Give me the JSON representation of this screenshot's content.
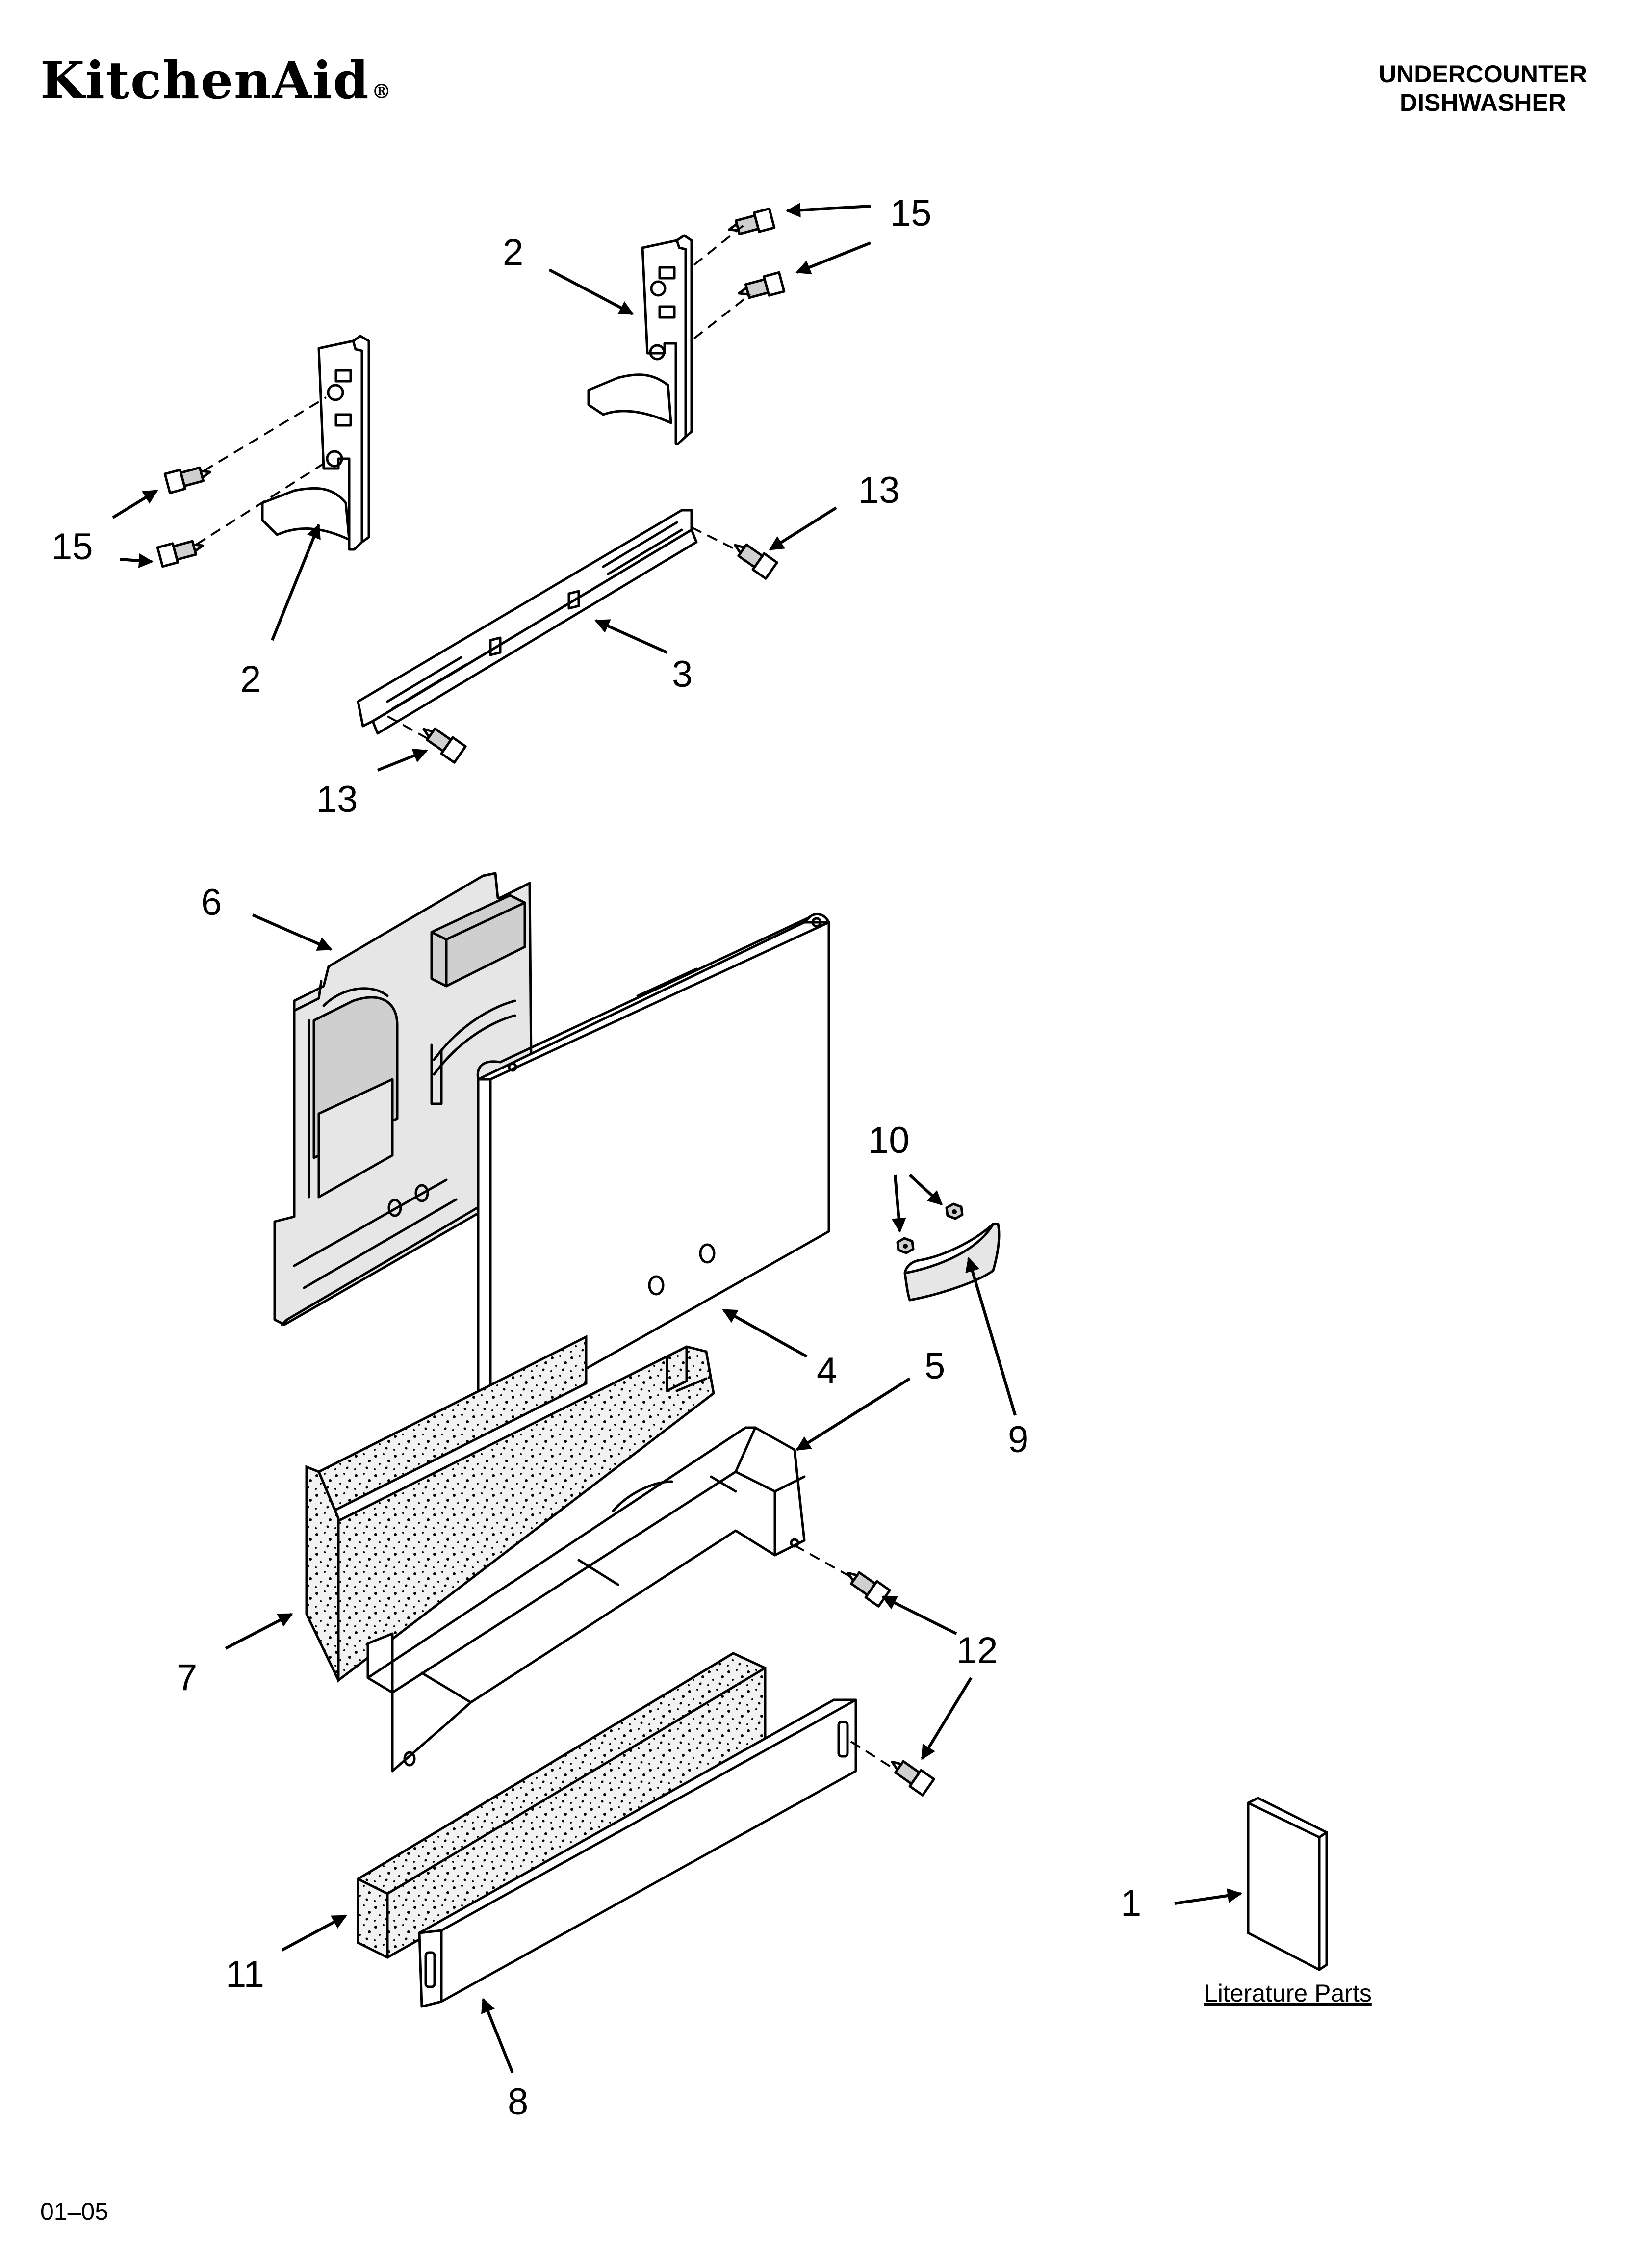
{
  "header": {
    "brand": "KitchenAid",
    "brand_mark": "®",
    "type_line1": "UNDERCOUNTER",
    "type_line2": "DISHWASHER"
  },
  "callouts": {
    "c15_top": "15",
    "c2_top": "2",
    "c15_left": "15",
    "c2_left": "2",
    "c13_right": "13",
    "c3": "3",
    "c13_left": "13",
    "c6": "6",
    "c10": "10",
    "c4": "4",
    "c5": "5",
    "c9": "9",
    "c7": "7",
    "c12": "12",
    "c1": "1",
    "c11": "11",
    "c8": "8"
  },
  "literature_label": "Literature Parts",
  "footer_code": "01–05",
  "colors": {
    "ink": "#000000",
    "paper": "#ffffff",
    "insulation": "#e6e6e6"
  },
  "icons": [
    "arrow-icon",
    "screw-icon",
    "nut-icon"
  ]
}
